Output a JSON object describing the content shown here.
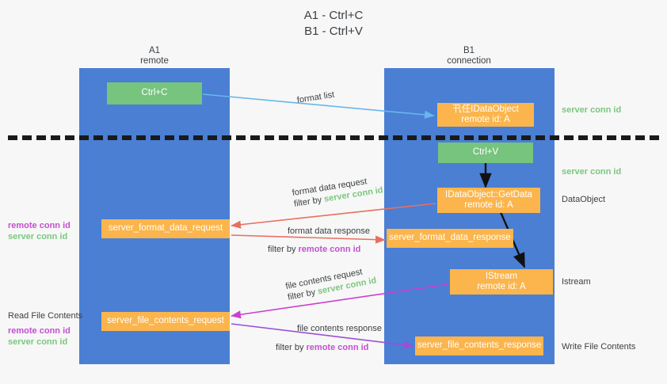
{
  "title": "A1 - Ctrl+C\nB1 - Ctrl+V",
  "columns": {
    "left": {
      "name": "A1",
      "sub": "remote",
      "label": "A1\nremote"
    },
    "right": {
      "name": "B1",
      "sub": "connection",
      "label": "B1\nconnection"
    }
  },
  "colors": {
    "lane": "#4a7fd4",
    "green_box": "#76c47e",
    "orange_box": "#fbb54c",
    "divider": "#1a1a1a",
    "server_conn_id": "#7bc77f",
    "remote_conn_id": "#c44fd1",
    "arrow_blue": "#67b7ea",
    "arrow_red": "#e8705f",
    "arrow_magenta": "#cc3fd0",
    "arrow_purple": "#9b4fd8",
    "arrow_black": "#111111",
    "background": "#f7f7f7"
  },
  "nodes": {
    "ctrl_c": "Ctrl+C",
    "ctrl_v": "Ctrl+V",
    "idataobject": "卂任IDataObject\nremote id: A",
    "getdata": "IDataObject::GetData\nremote id: A",
    "istream": "IStream\nremote id: A",
    "server_format_data_request": "server_format_data_request",
    "server_format_data_response": "server_format_data_response",
    "server_file_contents_request": "server_file_contents_request",
    "server_file_contents_response": "server_file_contents_response"
  },
  "edge_labels": {
    "format_list": "format list",
    "format_data_request": "format data request",
    "format_data_request_filter_prefix": "filter by",
    "format_data_request_filter_value": "server conn id",
    "format_data_response": "format data response",
    "format_data_response_filter_prefix": "filter by",
    "format_data_response_filter_value": "remote conn id",
    "file_contents_request": "file contents request",
    "file_contents_request_filter_prefix": "filter by",
    "file_contents_request_filter_value": "server conn id",
    "file_contents_response": "file contents response",
    "file_contents_response_filter_prefix": "filter by",
    "file_contents_response_filter_value": "remote conn id"
  },
  "right_annotations": {
    "server_conn_id_top": "server conn id",
    "server_conn_id_mid": "server conn id",
    "dataobject": "DataObject",
    "istream": "Istream",
    "write_file_contents": "Write File Contents"
  },
  "left_annotations": {
    "mid_remote": "remote conn id",
    "mid_server": "server conn id",
    "read_file_contents": "Read File Contents",
    "bottom_remote": "remote conn id",
    "bottom_server": "server conn id"
  }
}
